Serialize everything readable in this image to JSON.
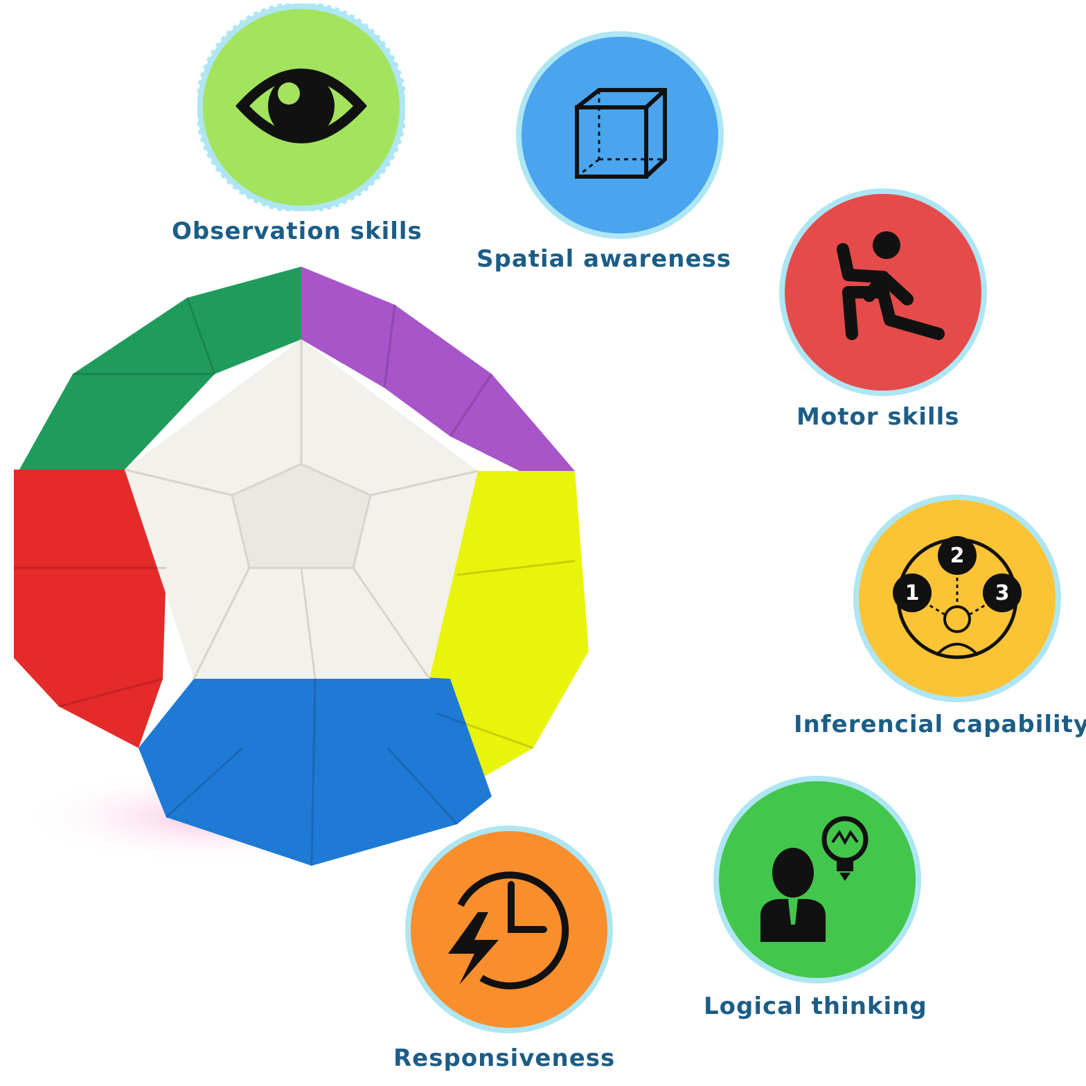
{
  "skills": [
    {
      "id": "observation",
      "label": "Observation skills",
      "color": "#a3e35e",
      "icon": "eye-icon"
    },
    {
      "id": "spatial",
      "label": "Spatial awareness",
      "color": "#4aa5ee",
      "icon": "cube-icon"
    },
    {
      "id": "motor",
      "label": "Motor skills",
      "color": "#e54b4b",
      "icon": "running-person-icon"
    },
    {
      "id": "inference",
      "label": "Inferencial capability",
      "color": "#fcc335",
      "icon": "decision-icon",
      "numbers": [
        "1",
        "2",
        "3"
      ]
    },
    {
      "id": "logic",
      "label": "Logical thinking",
      "color": "#43c64c",
      "icon": "thinker-lightbulb-icon"
    },
    {
      "id": "response",
      "label": "Responsiveness",
      "color": "#f98e2d",
      "icon": "clock-lightning-icon"
    }
  ],
  "theme": {
    "label_color": "#1c5d86",
    "badge_ring": "#aee6f3"
  },
  "product": {
    "icon": "megaminx-cube"
  }
}
